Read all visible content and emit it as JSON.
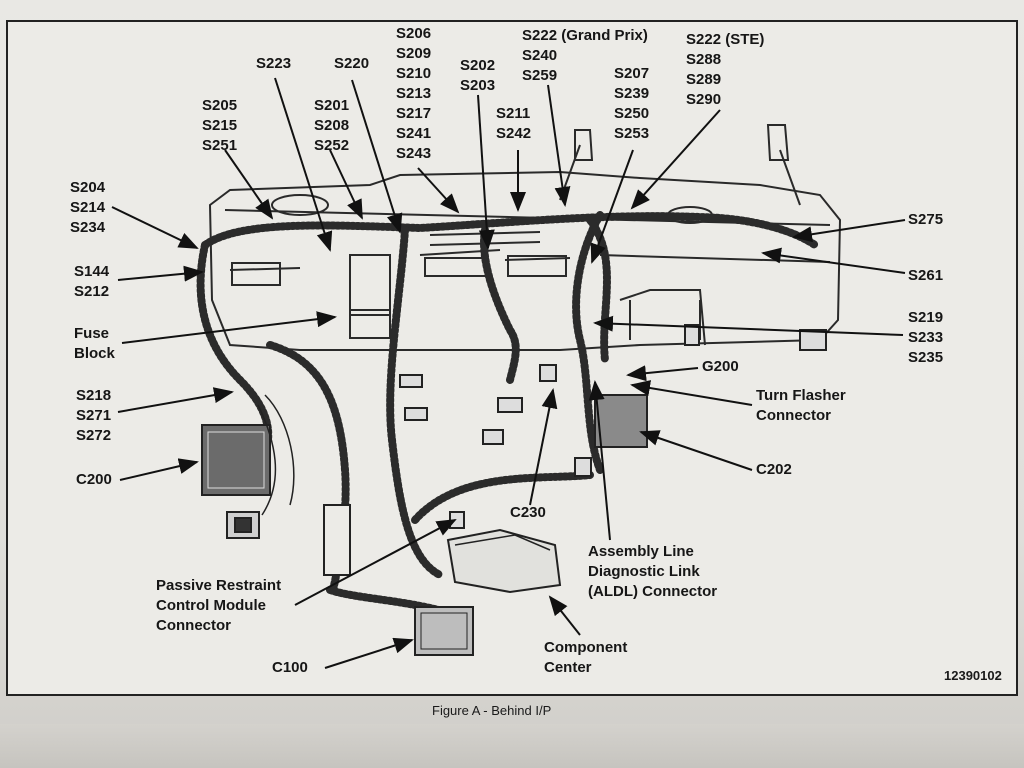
{
  "labels": [
    {
      "id": "s223",
      "lines": [
        "S223"
      ]
    },
    {
      "id": "s220",
      "lines": [
        "S220"
      ]
    },
    {
      "id": "s206",
      "lines": [
        "S206",
        "S209",
        "S210",
        "S213",
        "S217",
        "S241",
        "S243"
      ]
    },
    {
      "id": "s202",
      "lines": [
        "S202",
        "S203"
      ]
    },
    {
      "id": "s222gp",
      "lines": [
        "S222 (Grand Prix)",
        "S240",
        "S259"
      ]
    },
    {
      "id": "s222ste",
      "lines": [
        "S222 (STE)",
        "S288",
        "S289",
        "S290"
      ]
    },
    {
      "id": "s205",
      "lines": [
        "S205",
        "S215",
        "S251"
      ]
    },
    {
      "id": "s201",
      "lines": [
        "S201",
        "S208",
        "S252"
      ]
    },
    {
      "id": "s211",
      "lines": [
        "S211",
        "S242"
      ]
    },
    {
      "id": "s207",
      "lines": [
        "S207",
        "S239",
        "S250",
        "S253"
      ]
    },
    {
      "id": "s204",
      "lines": [
        "S204",
        "S214",
        "S234"
      ]
    },
    {
      "id": "s275",
      "lines": [
        "S275"
      ]
    },
    {
      "id": "s144",
      "lines": [
        "S144",
        "S212"
      ]
    },
    {
      "id": "s261",
      "lines": [
        "S261"
      ]
    },
    {
      "id": "fuse",
      "lines": [
        "Fuse",
        "Block"
      ]
    },
    {
      "id": "s219",
      "lines": [
        "S219",
        "S233",
        "S235"
      ]
    },
    {
      "id": "g200",
      "lines": [
        "G200"
      ]
    },
    {
      "id": "s218",
      "lines": [
        "S218",
        "S271",
        "S272"
      ]
    },
    {
      "id": "turn",
      "lines": [
        "Turn Flasher",
        "Connector"
      ]
    },
    {
      "id": "c202",
      "lines": [
        "C202"
      ]
    },
    {
      "id": "c200",
      "lines": [
        "C200"
      ]
    },
    {
      "id": "c230",
      "lines": [
        "C230"
      ]
    },
    {
      "id": "aldl",
      "lines": [
        "Assembly Line",
        "Diagnostic Link",
        "(ALDL) Connector"
      ]
    },
    {
      "id": "prcm",
      "lines": [
        "Passive Restraint",
        "Control Module",
        "Connector"
      ]
    },
    {
      "id": "component",
      "lines": [
        "Component",
        "Center"
      ]
    },
    {
      "id": "c100",
      "lines": [
        "C100"
      ]
    }
  ],
  "part_number": "12390102",
  "caption": "Figure A - Behind I/P"
}
